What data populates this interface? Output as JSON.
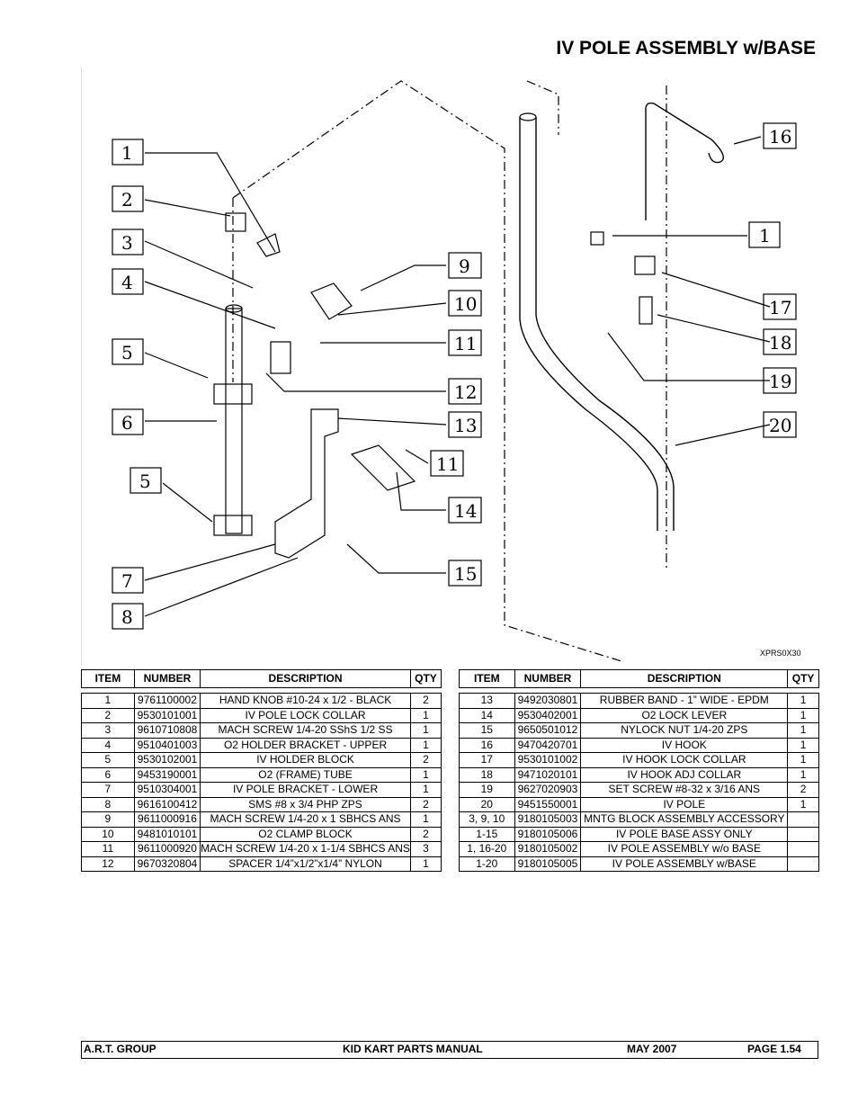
{
  "title": "IV POLE ASSEMBLY w/BASE",
  "drawing": {
    "code": "XPRS0X30",
    "callouts_left": [
      "1",
      "2",
      "3",
      "4",
      "5",
      "6",
      "5",
      "7",
      "8"
    ],
    "callouts_mid": [
      "9",
      "10",
      "11",
      "12",
      "13",
      "11",
      "14",
      "15"
    ],
    "callouts_right": [
      "16",
      "1",
      "17",
      "18",
      "19",
      "20"
    ]
  },
  "table": {
    "headers": [
      "ITEM",
      "NUMBER",
      "DESCRIPTION",
      "QTY"
    ],
    "left_rows": [
      [
        "1",
        "9761100002",
        "HAND KNOB #10-24 x 1/2 - BLACK",
        "2"
      ],
      [
        "2",
        "9530101001",
        "IV POLE LOCK COLLAR",
        "1"
      ],
      [
        "3",
        "9610710808",
        "MACH SCREW 1/4-20 SShS 1/2 SS",
        "1"
      ],
      [
        "4",
        "9510401003",
        "O2 HOLDER BRACKET - UPPER",
        "1"
      ],
      [
        "5",
        "9530102001",
        "IV HOLDER BLOCK",
        "2"
      ],
      [
        "6",
        "9453190001",
        "O2 (FRAME) TUBE",
        "1"
      ],
      [
        "7",
        "9510304001",
        "IV POLE BRACKET - LOWER",
        "1"
      ],
      [
        "8",
        "9616100412",
        "SMS #8 x 3/4 PHP ZPS",
        "2"
      ],
      [
        "9",
        "9611000916",
        "MACH SCREW 1/4-20 x 1 SBHCS ANS",
        "1"
      ],
      [
        "10",
        "9481010101",
        "O2 CLAMP BLOCK",
        "2"
      ],
      [
        "11",
        "9611000920",
        "MACH SCREW 1/4-20 x 1-1/4 SBHCS ANS",
        "3"
      ],
      [
        "12",
        "9670320804",
        "SPACER 1/4”x1/2”x1/4” NYLON",
        "1"
      ]
    ],
    "right_rows": [
      [
        "13",
        "9492030801",
        "RUBBER BAND - 1” WIDE - EPDM",
        "1"
      ],
      [
        "14",
        "9530402001",
        "O2 LOCK LEVER",
        "1"
      ],
      [
        "15",
        "9650501012",
        "NYLOCK NUT 1/4-20 ZPS",
        "1"
      ],
      [
        "16",
        "9470420701",
        "IV HOOK",
        "1"
      ],
      [
        "17",
        "9530101002",
        "IV HOOK LOCK COLLAR",
        "1"
      ],
      [
        "18",
        "9471020101",
        "IV HOOK ADJ COLLAR",
        "1"
      ],
      [
        "19",
        "9627020903",
        "SET SCREW #8-32 x 3/16 ANS",
        "2"
      ],
      [
        "20",
        "9451550001",
        "IV POLE",
        "1"
      ],
      [
        "3, 9, 10",
        "9180105003",
        "MNTG BLOCK ASSEMBLY ACCESSORY",
        ""
      ],
      [
        "1-15",
        "9180105006",
        "IV POLE BASE ASSY ONLY",
        ""
      ],
      [
        "1, 16-20",
        "9180105002",
        "IV POLE ASSEMBLY w/o BASE",
        ""
      ],
      [
        "1-20",
        "9180105005",
        "IV POLE ASSEMBLY w/BASE",
        ""
      ]
    ]
  },
  "footer": {
    "company": "A.R.T. GROUP",
    "manual": "KID KART PARTS MANUAL",
    "date": "MAY 2007",
    "page": "PAGE  1.54"
  }
}
